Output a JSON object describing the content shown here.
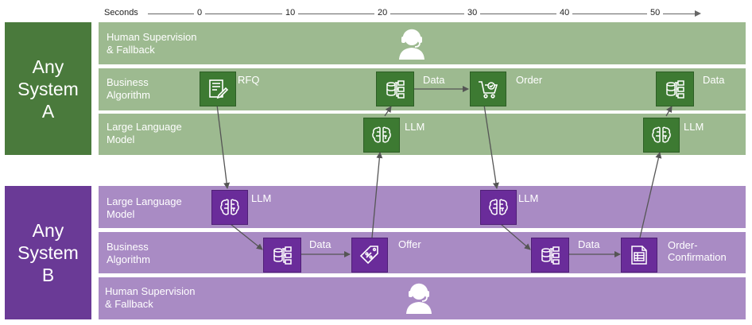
{
  "timeline": {
    "label": "Seconds",
    "ticks": [
      "0",
      "10",
      "20",
      "30",
      "40",
      "50"
    ]
  },
  "systems": {
    "a": {
      "label": "Any\nSystem\nA",
      "color": "#4a7a3c"
    },
    "b": {
      "label": "Any\nSystem\nB",
      "color": "#6a3a96"
    }
  },
  "lanes": {
    "a_human": "Human Supervision\n& Fallback",
    "a_business": "Business\nAlgorithm",
    "a_llm": "Large Language\nModel",
    "b_llm": "Large Language\nModel",
    "b_business": "Business\nAlgorithm",
    "b_human": "Human Supervision\n& Fallback"
  },
  "nodes": {
    "rfq": "RFQ",
    "a_data1": "Data",
    "order": "Order",
    "a_data2": "Data",
    "a_llm1": "LLM",
    "a_llm2": "LLM",
    "b_llm1": "LLM",
    "b_llm2": "LLM",
    "b_data1": "Data",
    "offer": "Offer",
    "b_data2": "Data",
    "order_confirmation": "Order-\nConfirmation"
  },
  "icons": {
    "human": "headset-person-icon",
    "rfq": "form-pen-icon",
    "data": "database-folders-icon",
    "order": "shopping-cart-icon",
    "llm": "brain-circuit-icon",
    "offer": "price-tag-icon",
    "confirmation": "invoice-document-icon"
  }
}
